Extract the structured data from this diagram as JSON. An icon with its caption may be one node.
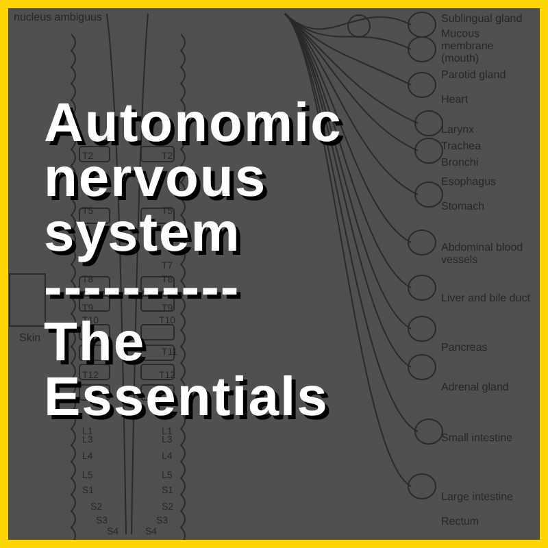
{
  "diagram": {
    "title": "Autonomic nervous system ---------- The Essentials",
    "labels": [
      "nucleus ambiguus",
      "Sublingual gland",
      "Mucous membrane (mouth)",
      "Parotid gland",
      "Heart",
      "Larynx",
      "Trachea",
      "Bronchi",
      "Esophagus",
      "Stomach",
      "Abdominal blood vessels",
      "Liver and bile duct",
      "Pancreas",
      "Adrenal gland",
      "Small intestine",
      "Large intestine",
      "Rectum",
      "Skin",
      "T2",
      "T2",
      "T5",
      "T5",
      "T7",
      "T8",
      "T8",
      "T9",
      "T9",
      "T10",
      "T10",
      "T11",
      "T12",
      "T12",
      "L1",
      "L1",
      "L3",
      "L3",
      "L4",
      "L4",
      "L5",
      "L5",
      "S1",
      "S1",
      "S2",
      "S2",
      "S3",
      "S3",
      "S4",
      "S4"
    ]
  }
}
